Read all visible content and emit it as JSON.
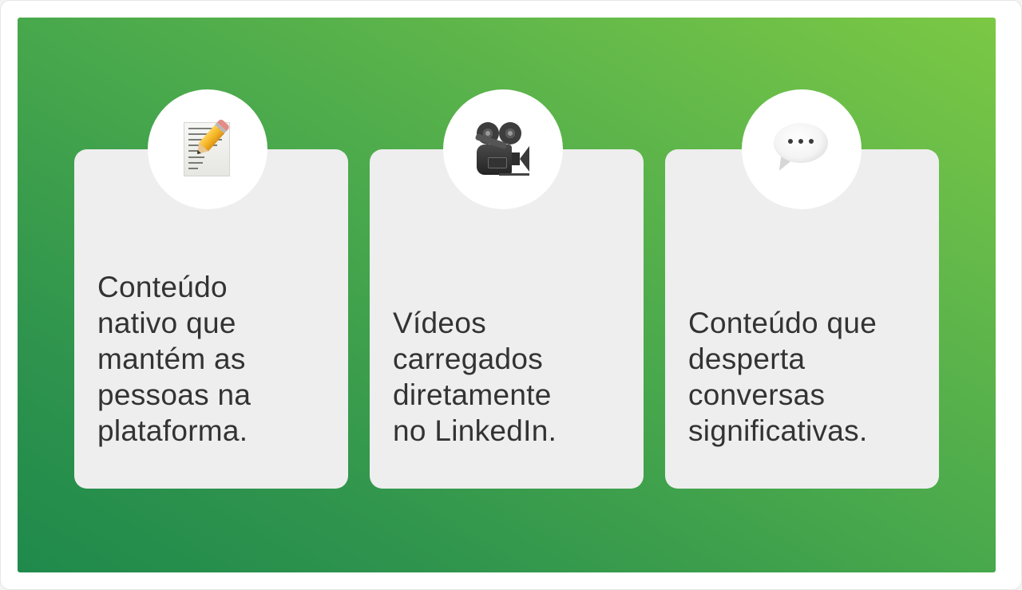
{
  "colors": {
    "gradient_start": "#1f8a4c",
    "gradient_end": "#7bc844",
    "card_background": "#eeeeee",
    "icon_circle": "#ffffff",
    "text": "#333333"
  },
  "cards": [
    {
      "icon": "memo-icon",
      "text": "Conteúdo\nnativo que\nmantém as\npessoas na\nplataforma."
    },
    {
      "icon": "movie-camera-icon",
      "text": "Vídeos\ncarregados\ndiretamente\nno LinkedIn."
    },
    {
      "icon": "speech-bubble-icon",
      "text": "Conteúdo que\ndesperta\nconversas\nsignificativas."
    }
  ]
}
